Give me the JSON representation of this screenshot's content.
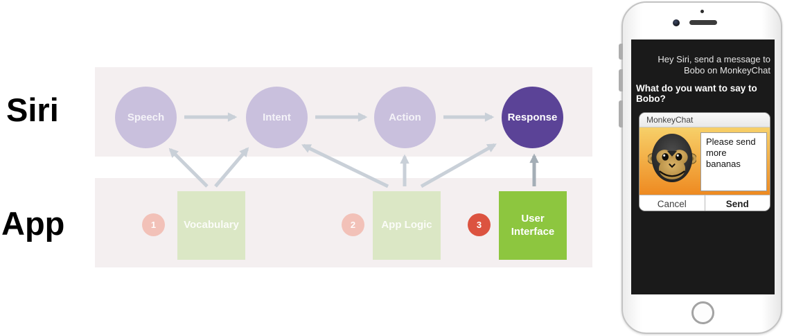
{
  "diagram": {
    "siri_row_label": "Siri",
    "app_row_label": "App",
    "siri_nodes": [
      {
        "label": "Speech",
        "state": "faded"
      },
      {
        "label": "Intent",
        "state": "faded"
      },
      {
        "label": "Action",
        "state": "faded"
      },
      {
        "label": "Response",
        "state": "active"
      }
    ],
    "app_nodes": [
      {
        "badge": "1",
        "label": "Vocabulary",
        "state": "faded"
      },
      {
        "badge": "2",
        "label": "App Logic",
        "state": "faded"
      },
      {
        "badge": "3",
        "label": "User Interface",
        "state": "active"
      }
    ],
    "colors": {
      "band": "#f4eff0",
      "circle_faded": "#c9c0dd",
      "circle_active": "#5b4397",
      "box_faded": "#dbe7c5",
      "box_active": "#8dc63f",
      "badge_faded": "#f2c1b8",
      "badge_active": "#dc5340",
      "arrow_faded": "#c9d0d8",
      "arrow_active": "#a4aeb6"
    }
  },
  "phone": {
    "siri_query_lines": [
      "Hey Siri, send a message to",
      "Bobo on MonkeyChat"
    ],
    "siri_prompt_lines": [
      "What do you want to say to",
      "Bobo?"
    ],
    "card": {
      "app_name": "MonkeyChat",
      "message_lines": [
        "Please send",
        "more bananas"
      ],
      "cancel_label": "Cancel",
      "send_label": "Send"
    },
    "colors": {
      "screen": "#1a1a1a",
      "card_orange_top": "#f7d069",
      "card_orange_bottom": "#ee8a21"
    }
  }
}
